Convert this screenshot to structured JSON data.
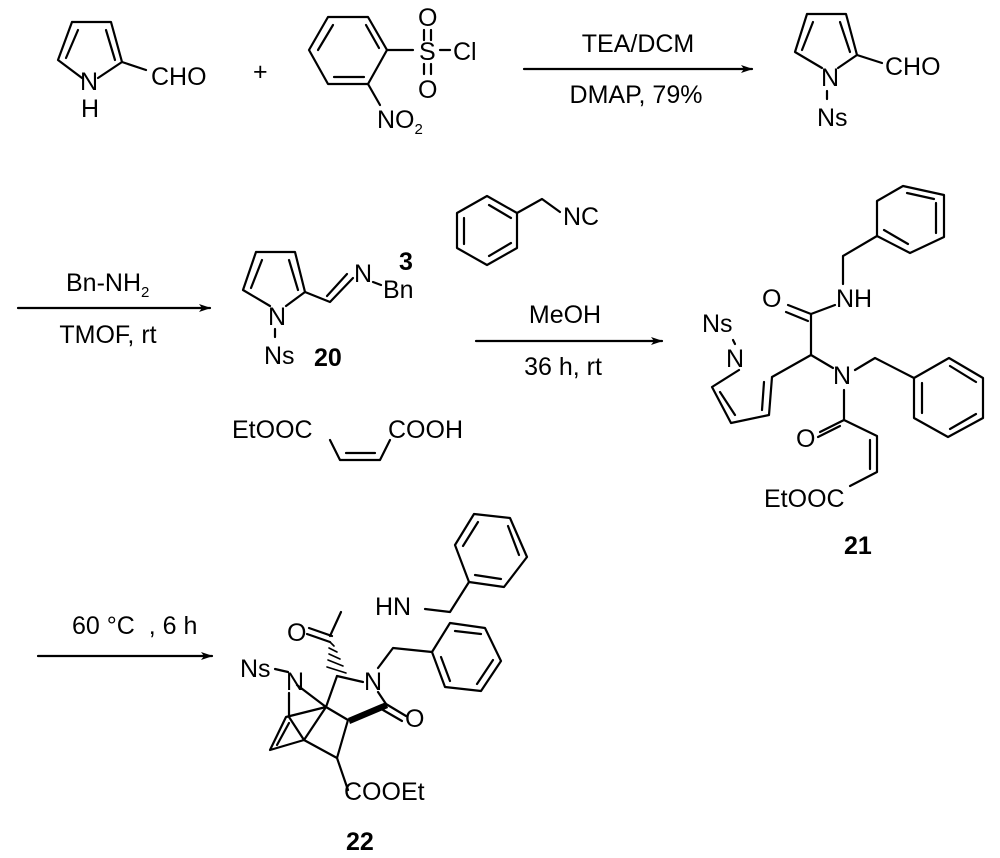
{
  "scheme": {
    "step1": {
      "reactant_a": {
        "substituent": "CHO",
        "nh": "N",
        "h": "H"
      },
      "plus": "+",
      "reactant_b": {
        "s": "S",
        "cl": "Cl",
        "o1": "O",
        "o2": "O",
        "no2": "NO",
        "no2_sub": "2"
      },
      "conditions_top": "TEA/DCM",
      "conditions_bottom": "DMAP, 79%",
      "product": {
        "n": "N",
        "ns": "Ns",
        "substituent": "CHO"
      }
    },
    "step2": {
      "conditions_top": "Bn-NH",
      "conditions_top_sub": "2",
      "conditions_bottom": "TMOF, rt",
      "product": {
        "n": "N",
        "ns": "Ns",
        "imine_n": "N",
        "bn": "Bn",
        "label": "20"
      }
    },
    "step3": {
      "isocyanide": {
        "nc": "NC",
        "label": "3"
      },
      "acid": {
        "left": "EtOOC",
        "right": "COOH"
      },
      "conditions_top": "MeOH",
      "conditions_bottom": "36 h, rt",
      "product": {
        "ns": "Ns",
        "n_pyrrole": "N",
        "o_amide": "O",
        "nh": "NH",
        "n_amide": "N",
        "o_acyl": "O",
        "ester": "EtOOC",
        "label": "21"
      }
    },
    "step4": {
      "conditions_top": "60 °C  , 6 h",
      "product": {
        "hn": "HN",
        "o_amide": "O",
        "ns": "Ns",
        "n_bridge": "N",
        "n_lactam": "N",
        "o_lactam": "O",
        "ester": "COOEt",
        "label": "22"
      }
    }
  }
}
